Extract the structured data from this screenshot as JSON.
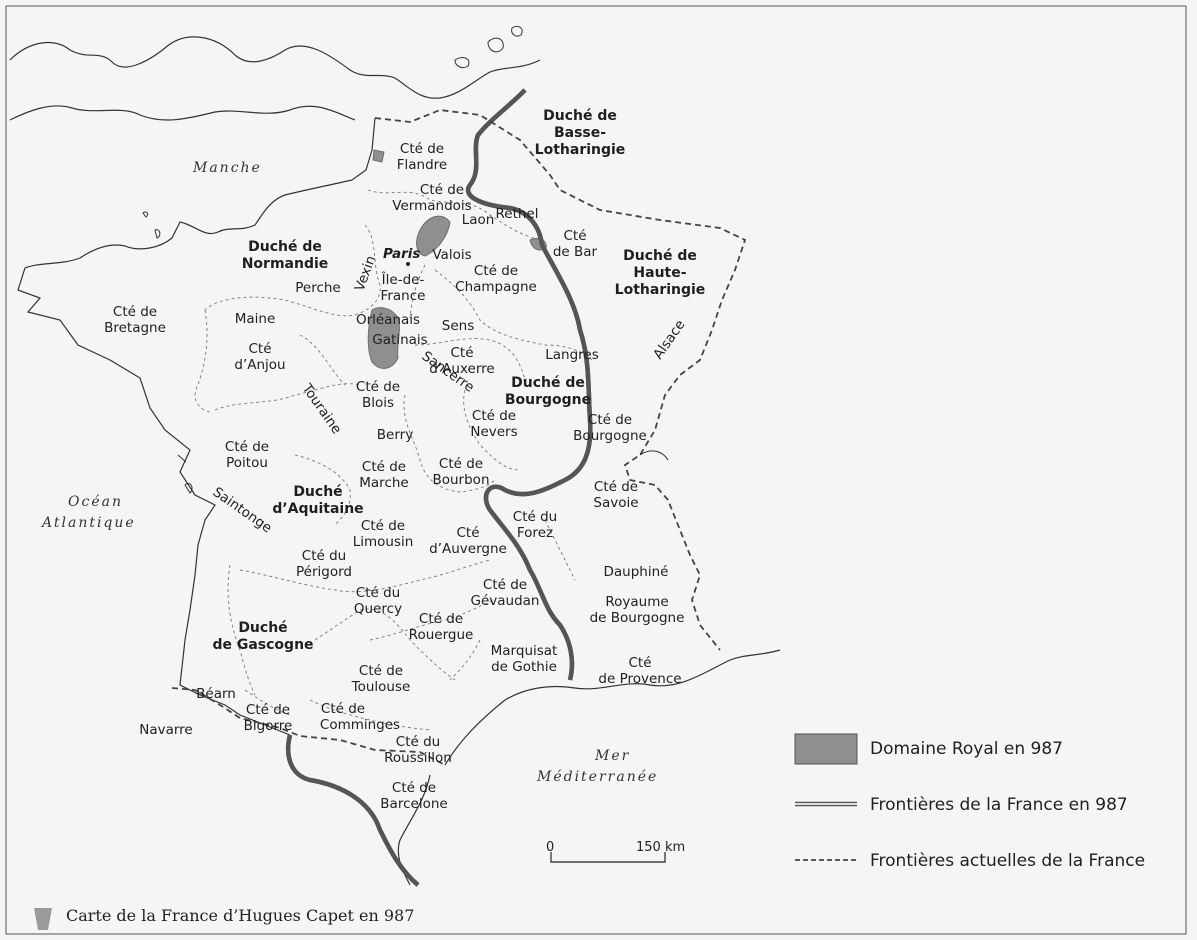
{
  "seas": {
    "manche": "Manche",
    "ocean_1": "Océan",
    "ocean_2": "Atlantique",
    "mer_1": "Mer",
    "mer_2": "Méditerranée"
  },
  "duchies": {
    "basse_lotharingie": [
      "Duché de",
      "Basse-",
      "Lotharingie"
    ],
    "normandie": [
      "Duché de",
      "Normandie"
    ],
    "haute_lotharingie": [
      "Duché de",
      "Haute-",
      "Lotharingie"
    ],
    "bourgogne": [
      "Duché de",
      "Bourgogne"
    ],
    "aquitaine": [
      "Duché",
      "d’Aquitaine"
    ],
    "gascogne": [
      "Duché",
      "de Gascogne"
    ]
  },
  "regions": {
    "flandre": [
      "Cté de",
      "Flandre"
    ],
    "vermandois": [
      "Cté de",
      "Vermandois"
    ],
    "rethel": "Rethel",
    "laon": "Laon",
    "bar": [
      "Cté",
      "de Bar"
    ],
    "paris": "Paris",
    "valois": "Valois",
    "vexin": "Vexin",
    "ile_de_france": [
      "Île-de-",
      "France"
    ],
    "champagne": [
      "Cté de",
      "Champagne"
    ],
    "perche": "Perche",
    "bretagne": [
      "Cté de",
      "Bretagne"
    ],
    "maine": "Maine",
    "anjou": [
      "Cté",
      "d’Anjou"
    ],
    "orleanais": "Orléanais",
    "sens": "Sens",
    "gatinais": "Gatinais",
    "auxerre": [
      "Cté",
      "d’Auxerre"
    ],
    "langres": "Langres",
    "alsace": "Alsace",
    "sancerre": "Sancerre",
    "touraine": "Touraine",
    "blois": [
      "Cté de",
      "Blois"
    ],
    "nevers": [
      "Cté de",
      "Nevers"
    ],
    "bourgogne_cte": [
      "Cté de",
      "Bourgogne"
    ],
    "berry": "Berry",
    "poitou": [
      "Cté de",
      "Poitou"
    ],
    "marche": [
      "Cté de",
      "Marche"
    ],
    "bourbon": [
      "Cté de",
      "Bourbon"
    ],
    "savoie": [
      "Cté de",
      "Savoie"
    ],
    "saintonge": "Saintonge",
    "forez": [
      "Cté du",
      "Forez"
    ],
    "limousin": [
      "Cté de",
      "Limousin"
    ],
    "auvergne": [
      "Cté",
      "d’Auvergne"
    ],
    "perigord": [
      "Cté du",
      "Périgord"
    ],
    "dauphine": "Dauphiné",
    "quercy": [
      "Cté du",
      "Quercy"
    ],
    "gevaudan": [
      "Cté de",
      "Gévaudan"
    ],
    "royaume_bourgogne": [
      "Royaume",
      "de Bourgogne"
    ],
    "rouergue": [
      "Cté de",
      "Rouergue"
    ],
    "gothie": [
      "Marquisat",
      "de Gothie"
    ],
    "provence": [
      "Cté",
      "de Provence"
    ],
    "toulouse": [
      "Cté de",
      "Toulouse"
    ],
    "bearn": "Béarn",
    "bigorre": [
      "Cté de",
      "Bigorre"
    ],
    "comminges": [
      "Cté de",
      "Comminges"
    ],
    "navarre": "Navarre",
    "roussillon": [
      "Cté du",
      "Roussillon"
    ],
    "barcelone": [
      "Cté de",
      "Barcelone"
    ]
  },
  "legend": {
    "domaine": "Domaine Royal en 987",
    "frontieres_987": "Frontières de la France en 987",
    "frontieres_actuelles": "Frontières actuelles de la France"
  },
  "scale": {
    "zero": "0",
    "distance": "150 km"
  },
  "caption": "Carte de la France d’Hugues Capet en 987",
  "colors": {
    "domain_fill": "#8f8f8f",
    "line": "#333333",
    "background": "#f6f5f3"
  }
}
